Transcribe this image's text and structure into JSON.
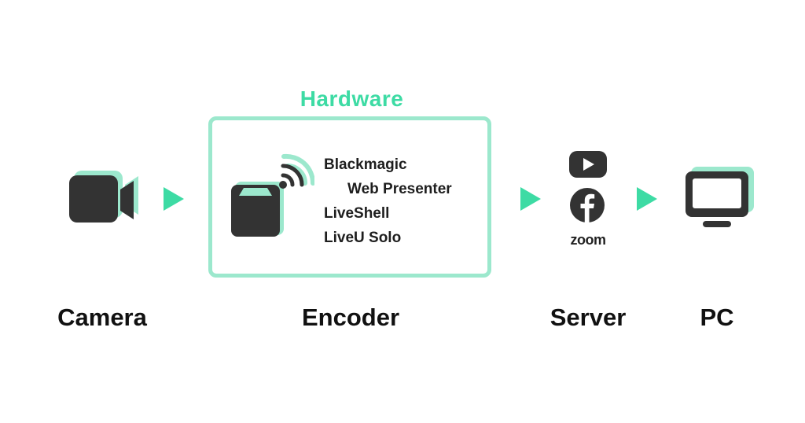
{
  "hardware_group": {
    "title": "Hardware"
  },
  "encoder_devices": [
    "Blackmagic",
    "Web Presenter",
    "LiveShell",
    "LiveU Solo"
  ],
  "server_services": {
    "icons": [
      "youtube-icon",
      "facebook-icon"
    ],
    "zoom_label": "zoom"
  },
  "stages": {
    "camera": "Camera",
    "encoder": "Encoder",
    "server": "Server",
    "pc": "PC"
  },
  "colors": {
    "accent": "#3ddba4",
    "accent_light": "#9ce8cd",
    "icon_dark": "#333333"
  }
}
